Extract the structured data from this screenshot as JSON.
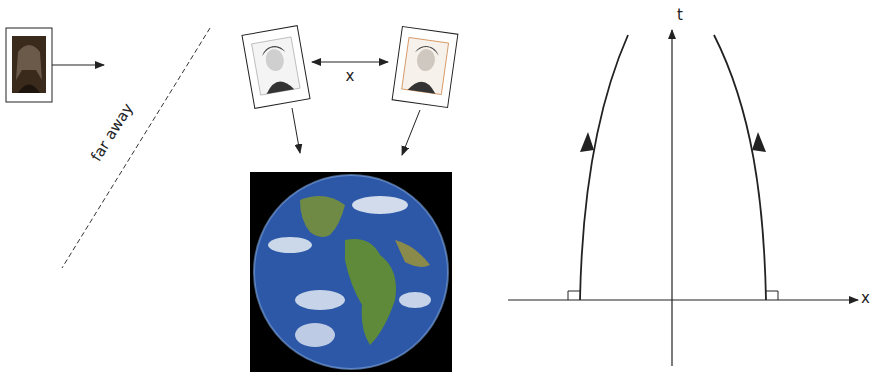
{
  "diagram": {
    "labels": [
      "far away",
      "x",
      "t",
      "x"
    ]
  }
}
